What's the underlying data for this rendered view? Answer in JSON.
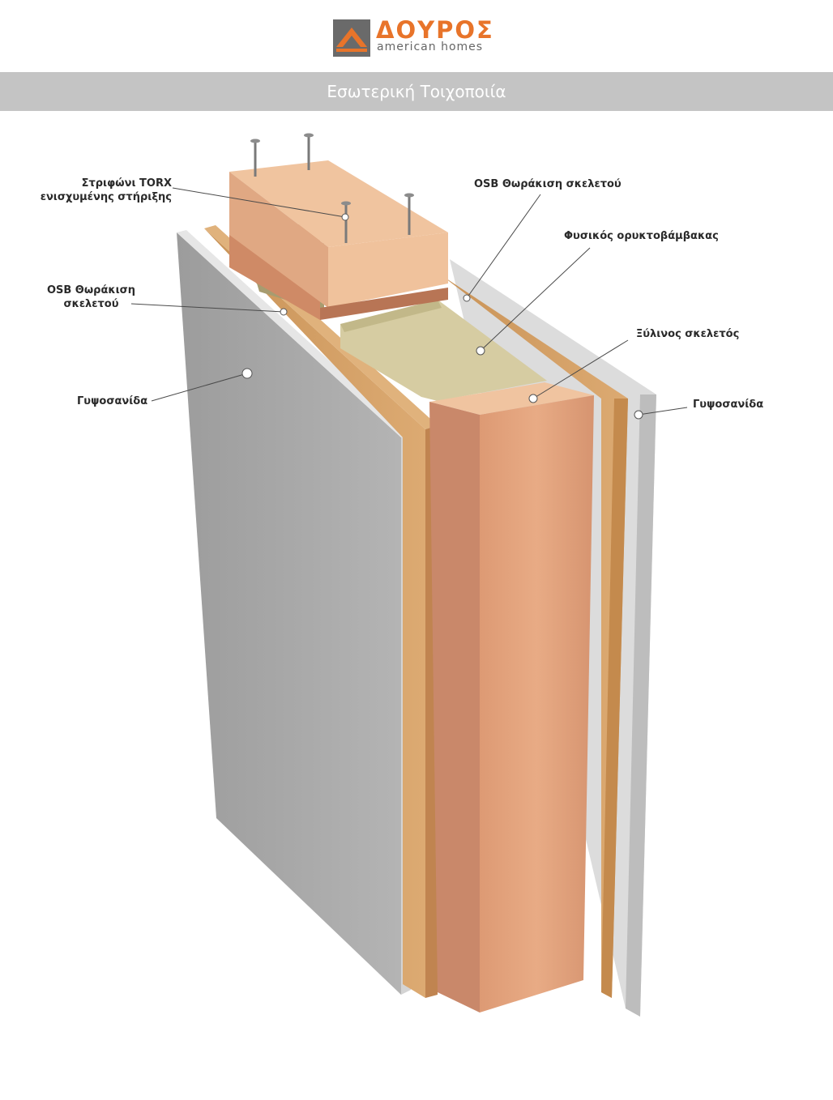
{
  "brand": {
    "name": "ΔΟΥΡΟΣ",
    "subtitle": "american homes",
    "colors": {
      "orange": "#e8742a",
      "dark_gray": "#6a6a6a"
    }
  },
  "title": "Εσωτερική Τοιχοποιία",
  "labels": {
    "screw": {
      "line1": "Στριφώνι TORX",
      "line2": "ενισχυμένης στήριξης"
    },
    "osb_left": {
      "line1": "OSB Θωράκιση",
      "line2": "σκελετού"
    },
    "gypsum_left": "Γυψοσανίδα",
    "osb_right": "OSB Θωράκιση σκελετού",
    "mineral_wool": "Φυσικός ορυκτοβάμβακας",
    "wood_frame": "Ξύλινος σκελετός",
    "gypsum_right": "Γυψοσανίδα"
  },
  "colors": {
    "gypsum_face": "#a6a6a6",
    "gypsum_edge": "#e2e2e2",
    "osb": "#d2a06a",
    "wood_front": "#e4a47e",
    "wood_side": "#c9896a",
    "wood_top": "#f0c49f",
    "wool": "#cfc49a"
  }
}
